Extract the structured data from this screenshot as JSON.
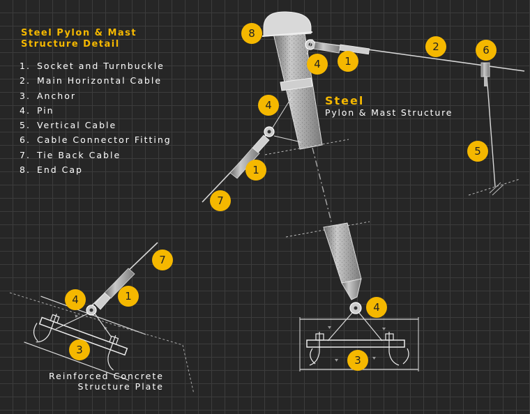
{
  "title": [
    "Steel Pylon & Mast",
    "Structure Detail"
  ],
  "legend": [
    {
      "num": "1.",
      "label": "Socket and Turnbuckle"
    },
    {
      "num": "2.",
      "label": "Main Horizontal Cable"
    },
    {
      "num": "3.",
      "label": "Anchor"
    },
    {
      "num": "4.",
      "label": "Pin"
    },
    {
      "num": "5.",
      "label": "Vertical Cable"
    },
    {
      "num": "6.",
      "label": "Cable Connector Fitting"
    },
    {
      "num": "7.",
      "label": "Tie Back Cable"
    },
    {
      "num": "8.",
      "label": "End Cap"
    }
  ],
  "diagram_title": "Steel",
  "diagram_subtitle": "Pylon & Mast Structure",
  "plate_caption": [
    "Reinforced Concrete",
    "Structure Plate"
  ],
  "callouts": [
    "8",
    "4",
    "1",
    "2",
    "6",
    "4",
    "1",
    "7",
    "5",
    "7",
    "4",
    "1",
    "3",
    "4",
    "3"
  ],
  "colors": {
    "background": "#262626",
    "grid": "#3c3c3c",
    "accent": "#f5b800",
    "text": "#ffffff",
    "metal": "#a8a8a8"
  }
}
